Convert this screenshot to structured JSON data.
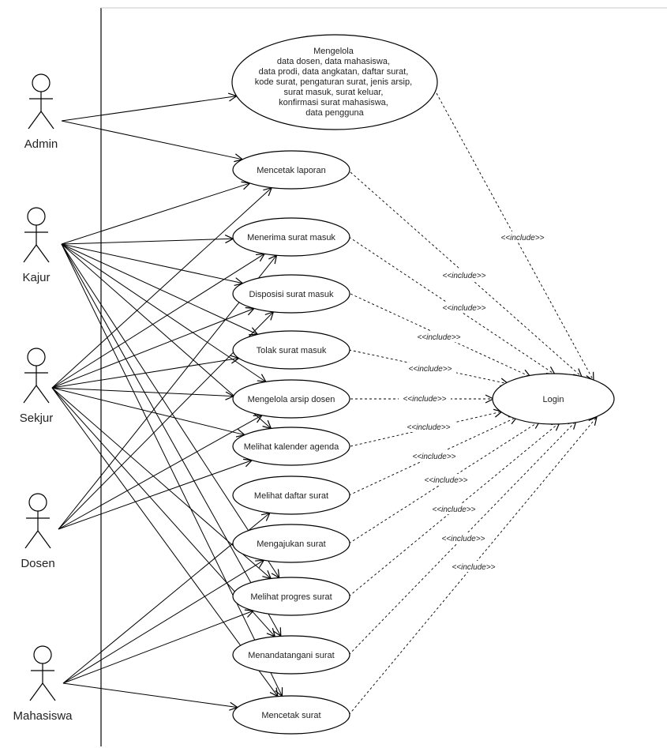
{
  "actors": [
    {
      "id": "admin",
      "label": "Admin"
    },
    {
      "id": "kajur",
      "label": "Kajur"
    },
    {
      "id": "sekjur",
      "label": "Sekjur"
    },
    {
      "id": "dosen",
      "label": "Dosen"
    },
    {
      "id": "mahasiswa",
      "label": "Mahasiswa"
    }
  ],
  "use_cases": [
    {
      "id": "mengelola",
      "lines": [
        "Mengelola",
        "data dosen, data mahasiswa,",
        "data prodi, data angkatan, daftar surat,",
        "kode surat, pengaturan surat, jenis arsip,",
        "surat masuk, surat keluar,",
        "konfirmasi surat mahasiswa,",
        "data pengguna"
      ]
    },
    {
      "id": "mencetak_laporan",
      "lines": [
        "Mencetak laporan"
      ]
    },
    {
      "id": "menerima_surat_masuk",
      "lines": [
        "Menerima surat masuk"
      ]
    },
    {
      "id": "disposisi_surat_masuk",
      "lines": [
        "Disposisi surat masuk"
      ]
    },
    {
      "id": "tolak_surat_masuk",
      "lines": [
        "Tolak surat masuk"
      ]
    },
    {
      "id": "mengelola_arsip_dosen",
      "lines": [
        "Mengelola arsip dosen"
      ]
    },
    {
      "id": "melihat_kalender_agenda",
      "lines": [
        "Melihat kalender agenda"
      ]
    },
    {
      "id": "melihat_daftar_surat",
      "lines": [
        "Melihat daftar surat"
      ]
    },
    {
      "id": "mengajukan_surat",
      "lines": [
        "Mengajukan surat"
      ]
    },
    {
      "id": "melihat_progres_surat",
      "lines": [
        "Melihat progres surat"
      ]
    },
    {
      "id": "menandatangani_surat",
      "lines": [
        "Menandatangani surat"
      ]
    },
    {
      "id": "mencetak_surat",
      "lines": [
        "Mencetak surat"
      ]
    },
    {
      "id": "login",
      "lines": [
        "Login"
      ]
    }
  ],
  "include_label": "<<include>>",
  "associations": [
    [
      "admin",
      "mengelola"
    ],
    [
      "admin",
      "mencetak_laporan"
    ],
    [
      "kajur",
      "mencetak_laporan"
    ],
    [
      "kajur",
      "menerima_surat_masuk"
    ],
    [
      "kajur",
      "disposisi_surat_masuk"
    ],
    [
      "kajur",
      "tolak_surat_masuk"
    ],
    [
      "kajur",
      "mengelola_arsip_dosen"
    ],
    [
      "kajur",
      "melihat_kalender_agenda"
    ],
    [
      "kajur",
      "melihat_progres_surat"
    ],
    [
      "kajur",
      "menandatangani_surat"
    ],
    [
      "kajur",
      "mencetak_surat"
    ],
    [
      "sekjur",
      "mencetak_laporan"
    ],
    [
      "sekjur",
      "menerima_surat_masuk"
    ],
    [
      "sekjur",
      "disposisi_surat_masuk"
    ],
    [
      "sekjur",
      "tolak_surat_masuk"
    ],
    [
      "sekjur",
      "mengelola_arsip_dosen"
    ],
    [
      "sekjur",
      "melihat_kalender_agenda"
    ],
    [
      "sekjur",
      "melihat_progres_surat"
    ],
    [
      "sekjur",
      "menandatangani_surat"
    ],
    [
      "sekjur",
      "mencetak_surat"
    ],
    [
      "dosen",
      "menerima_surat_masuk"
    ],
    [
      "dosen",
      "disposisi_surat_masuk"
    ],
    [
      "dosen",
      "mengelola_arsip_dosen"
    ],
    [
      "dosen",
      "melihat_kalender_agenda"
    ],
    [
      "mahasiswa",
      "melihat_daftar_surat"
    ],
    [
      "mahasiswa",
      "mengajukan_surat"
    ],
    [
      "mahasiswa",
      "melihat_progres_surat"
    ],
    [
      "mahasiswa",
      "mencetak_surat"
    ]
  ],
  "includes": [
    "mengelola",
    "mencetak_laporan",
    "menerima_surat_masuk",
    "disposisi_surat_masuk",
    "tolak_surat_masuk",
    "mengelola_arsip_dosen",
    "melihat_kalender_agenda",
    "melihat_daftar_surat",
    "mengajukan_surat",
    "melihat_progres_surat",
    "menandatangani_surat",
    "mencetak_surat"
  ]
}
